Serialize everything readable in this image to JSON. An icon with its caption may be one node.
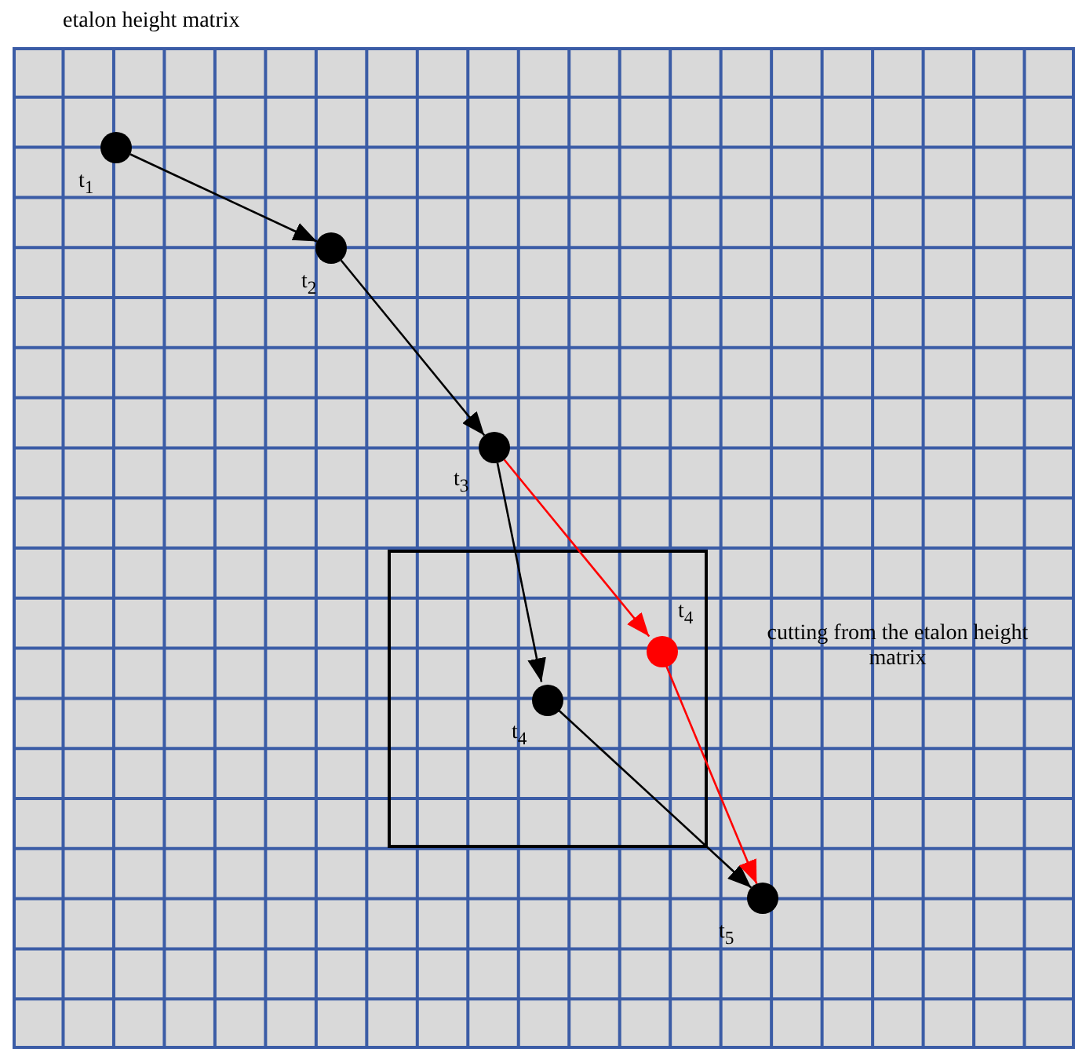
{
  "diagram": {
    "nodes": [
      {
        "text": [
          "etalon height matrix"
        ]
      },
      {
        "text": [],
        "shape": "circle",
        "beside": [
          "t$_{1}$"
        ],
        "in": 0
      },
      {
        "text": [],
        "shape": "circle",
        "beside": [
          "t$_{2}$"
        ],
        "in": 0
      },
      {
        "text": [],
        "shape": "circle",
        "beside": [
          "t$_{3}$"
        ],
        "in": 0
      },
      {
        "text": [
          "cutting from the etalon height matrix"
        ],
        "in": 0
      },
      {
        "text": [],
        "shape": "circle",
        "beside": [
          "t$_{4}$"
        ],
        "in": 4
      },
      {
        "text": [],
        "shape": "circle",
        "beside": [
          "t$_{4}$"
        ],
        "in": 4
      },
      {
        "text": [],
        "shape": "circle",
        "beside": [
          "t$_{5}$"
        ],
        "in": 0
      }
    ],
    "edges": [
      {
        "from": 1,
        "to": 2,
        "arrow": "to"
      },
      {
        "from": 2,
        "to": 3,
        "arrow": "to"
      },
      {
        "from": 3,
        "to": 5,
        "arrow": "to"
      },
      {
        "from": 5,
        "to": 7,
        "arrow": "to"
      },
      {
        "from": 3,
        "to": 6,
        "arrow": "to",
        "color": "#ff0000"
      },
      {
        "from": 6,
        "to": 7,
        "arrow": "to",
        "color": "#ff0000"
      }
    ]
  }
}
